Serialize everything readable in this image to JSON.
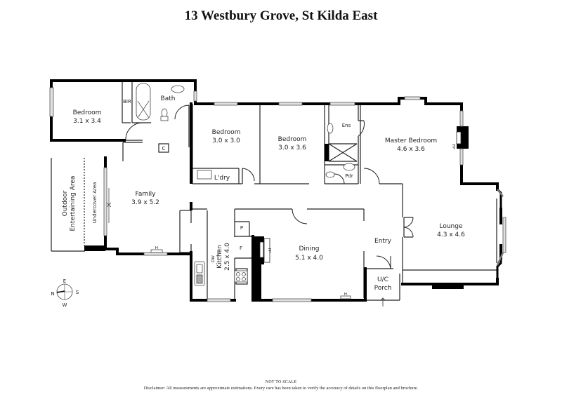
{
  "title": "13 Westbury Grove, St Kilda East",
  "footer": {
    "scale_note": "NOT TO SCALE",
    "disclaimer": "Disclaimer: All measurements are approximate estimations. Every care has been taken to verify the accuracy of details on this floorplan and brochure."
  },
  "rooms": {
    "bedroom1": {
      "name": "Bedroom",
      "size": "3.1 x 3.4"
    },
    "bedroom2": {
      "name": "Bedroom",
      "size": "3.0 x 3.0"
    },
    "bedroom3": {
      "name": "Bedroom",
      "size": "3.0 x 3.6"
    },
    "master": {
      "name": "Master Bedroom",
      "size": "4.6 x 3.6"
    },
    "family": {
      "name": "Family",
      "size": "3.9 x 5.2"
    },
    "kitchen": {
      "name": "Kitchen",
      "size": "2.5 x 4.0"
    },
    "dining": {
      "name": "Dining",
      "size": "5.1 x 4.0"
    },
    "lounge": {
      "name": "Lounge",
      "size": "4.3 x 4.6"
    },
    "entry": {
      "name": "Entry"
    },
    "porch": {
      "line1": "U/C",
      "line2": "Porch"
    },
    "bath": {
      "name": "Bath"
    },
    "bir": {
      "name": "BIR"
    },
    "ensuite": {
      "name": "Ens"
    },
    "powder": {
      "name": "Pdr"
    },
    "laundry": {
      "name": "L'dry"
    },
    "outdoor": {
      "line1": "Outdoor",
      "line2": "Entertaining Area"
    },
    "undercover": {
      "name": "Undercover Area"
    }
  },
  "fixtures": {
    "cupboard": "C",
    "pantry": "P",
    "fridge": "F",
    "dishwasher": "DW",
    "fireplace_master": "FP",
    "fireplace_dining": "FP",
    "heater_family": "H",
    "heater_dining": "H"
  },
  "compass": {
    "north": "N",
    "east": "E",
    "south": "S",
    "west": "W"
  }
}
